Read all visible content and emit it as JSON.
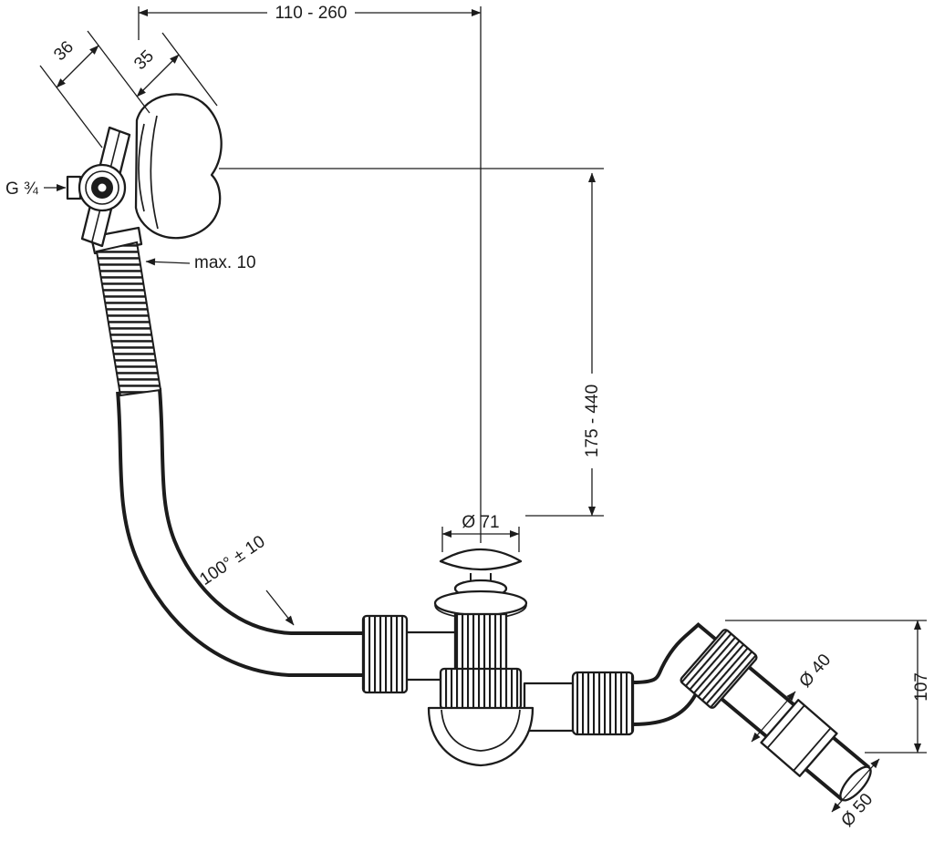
{
  "drawing": {
    "type": "technical-dimension-drawing",
    "subject": "bath-tub-waste-and-overflow-set",
    "colors": {
      "line": "#1c1c1c",
      "background": "#ffffff"
    }
  },
  "dimensions": {
    "width_range": "110 - 260",
    "plate_offset": "36",
    "escutcheon_depth": "35",
    "thread": "G ¾",
    "max_tile_thickness": "max. 10",
    "height_range": "175 - 440",
    "plug_diameter": "Ø 71",
    "hose_angle": "100° ± 10",
    "pipe_diameter": "Ø 40",
    "outlet_drop": "107",
    "outlet_diameter": "Ø 50"
  }
}
